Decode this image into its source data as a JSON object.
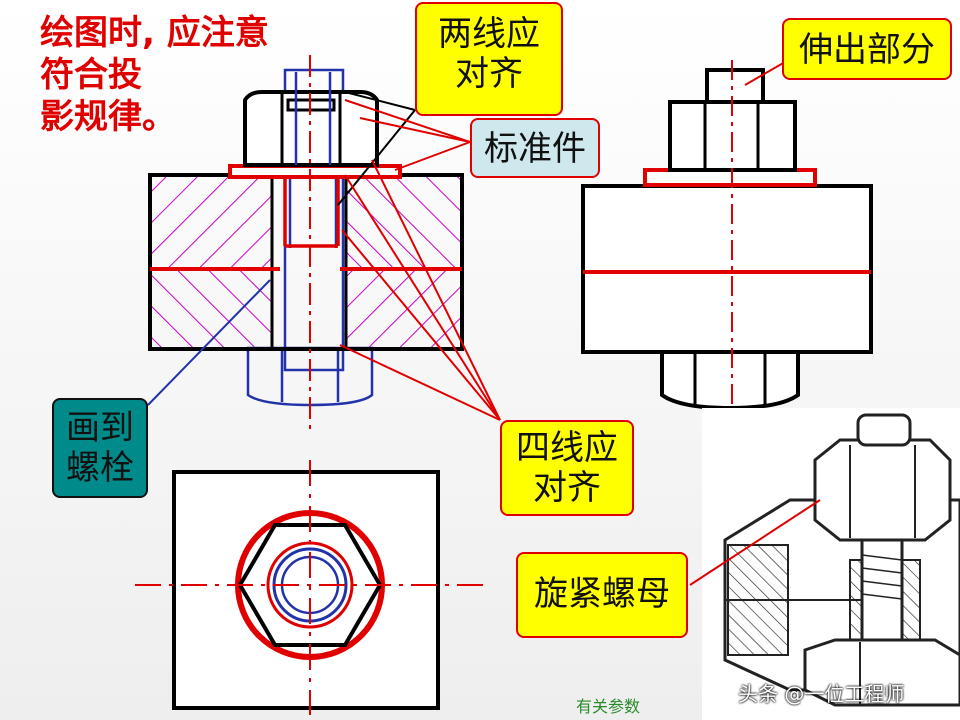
{
  "note": [
    "绘图时, 应注意",
    "符合投",
    "影规律。"
  ],
  "labels": {
    "two_lines": [
      "两线应",
      "对齐"
    ],
    "extend": "伸出部分",
    "standard": "标准件",
    "draw_to_bolt": [
      "画到",
      "螺栓"
    ],
    "four_lines": [
      "四线应",
      "对齐"
    ],
    "tighten_nut": "旋紧螺母"
  },
  "footer": "有关参数",
  "watermark": "头条 @一位工程师",
  "colors": {
    "red": "#e00000",
    "hatch": "#cc00cc",
    "blue": "#2233aa",
    "yellow": "#ffff00",
    "teal": "#008a8a"
  }
}
